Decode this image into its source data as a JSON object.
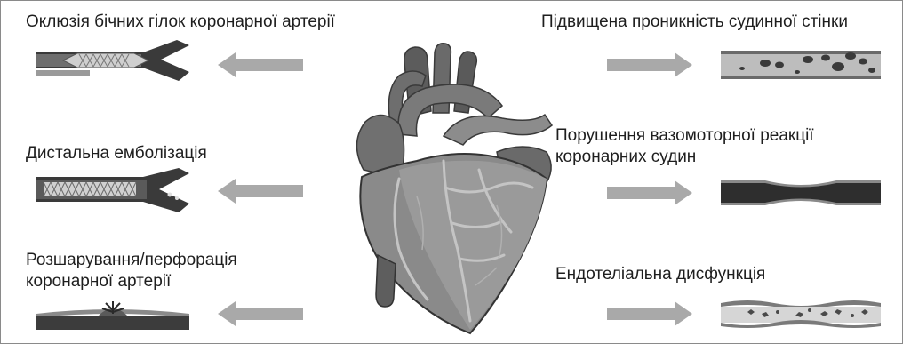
{
  "left": {
    "items": [
      {
        "label": "Оклюзія бічних гілок коронарної артерії",
        "icon": "stent-side-branch-icon"
      },
      {
        "label": "Дистальна емболізація",
        "icon": "stent-embolization-icon"
      },
      {
        "label_line1": "Розшарування/перфорація",
        "label_line2": "коронарної артерії",
        "icon": "vessel-perforation-icon"
      }
    ]
  },
  "right": {
    "items": [
      {
        "label": "Підвищена проникність судинної стінки",
        "icon": "vessel-permeability-icon"
      },
      {
        "label_line1": "Порушення вазомоторної реакції",
        "label_line2": "коронарних судин",
        "icon": "vessel-narrowing-icon"
      },
      {
        "label": "Ендотеліальна дисфункція",
        "icon": "endothelial-dysfunction-icon"
      }
    ]
  },
  "center": {
    "icon": "heart-icon"
  },
  "colors": {
    "arrow": "#a9a9a9",
    "text": "#1e1e1e",
    "frame": "#8a8a8a"
  }
}
